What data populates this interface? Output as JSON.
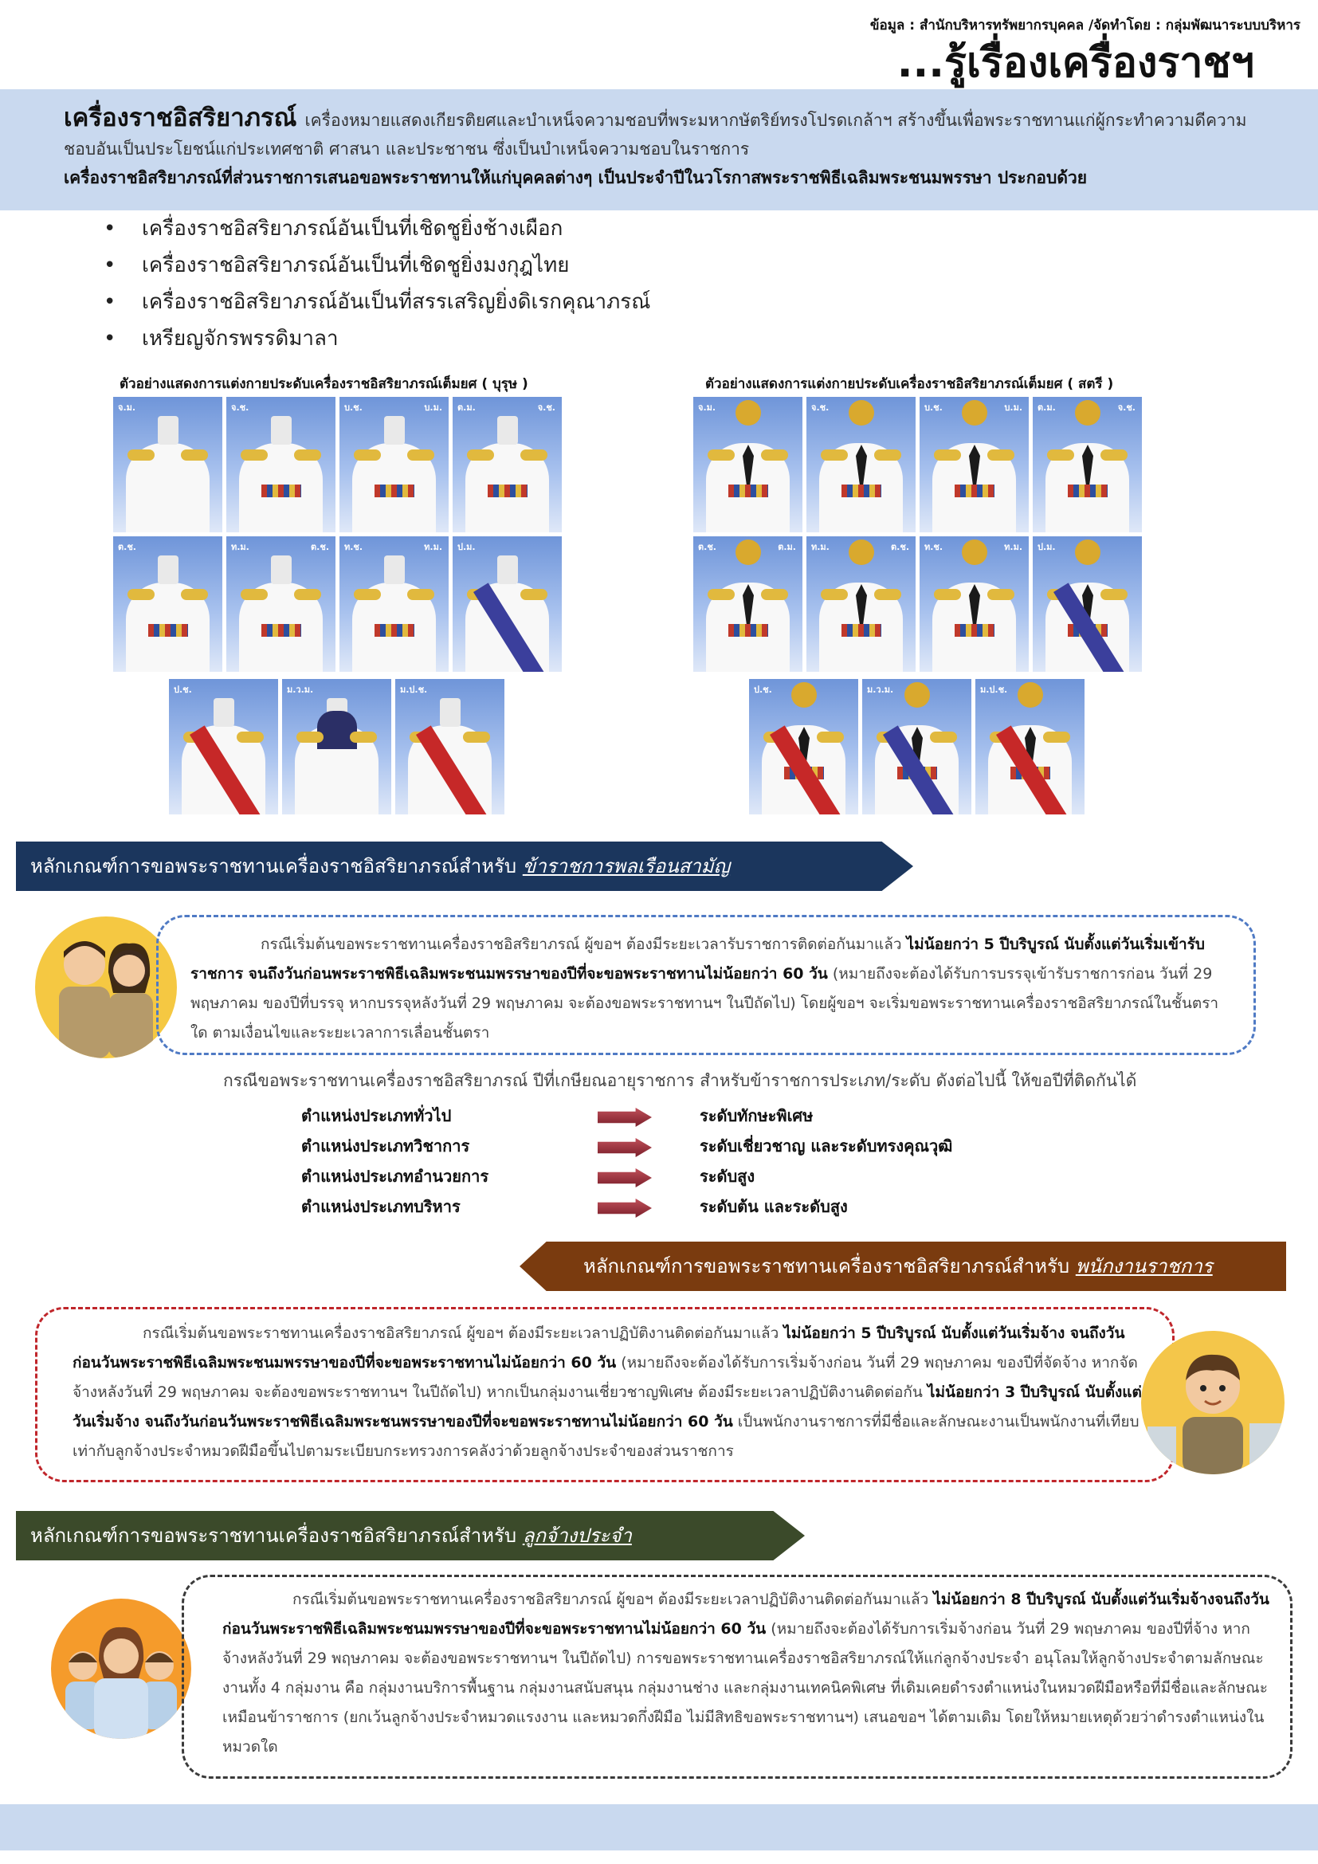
{
  "page_title": "...รู้เรื่องเครื่องราชฯ",
  "intro": {
    "lead": "เครื่องราชอิสริยาภรณ์",
    "text": "เครื่องหมายแสดงเกียรติยศและบำเหน็จความชอบที่พระมหากษัตริย์ทรงโปรดเกล้าฯ สร้างขึ้นเพื่อพระราชทานแก่ผู้กระทำความดีความชอบอันเป็นประโยชน์แก่ประเทศชาติ ศาสนา และประชาชน ซึ่งเป็นบำเหน็จความชอบในราชการ",
    "para2": "เครื่องราชอิสริยาภรณ์ที่ส่วนราชการเสนอขอพระราชทานให้แก่บุคคลต่างๆ เป็นประจำปีในวโรกาสพระราชพิธีเฉลิมพระชนมพรรษา ประกอบด้วย"
  },
  "bullets": [
    "เครื่องราชอิสริยาภรณ์อันเป็นที่เชิดชูยิ่งช้างเผือก",
    "เครื่องราชอิสริยาภรณ์อันเป็นที่เชิดชูยิ่งมงกุฎไทย",
    "เครื่องราชอิสริยาภรณ์อันเป็นที่สรรเสริญยิ่งดิเรกคุณาภรณ์",
    "เหรียญจักรพรรดิมาลา"
  ],
  "gallery_male": {
    "caption": "ตัวอย่างแสดงการแต่งกายประดับเครื่องราชอิสริยาภรณ์เต็มยศ ( บุรุษ )",
    "tiles": [
      {
        "tag": "จ.ม.",
        "style": "plain"
      },
      {
        "tag": "จ.ช.",
        "style": "medal"
      },
      {
        "tag": "บ.ช.",
        "tag2": "บ.ม.",
        "style": "medal"
      },
      {
        "tag": "ต.ม.",
        "tag2": "จ.ช.",
        "style": "medal"
      },
      {
        "tag": "ต.ช.",
        "style": "medal"
      },
      {
        "tag": "ท.ม.",
        "tag2": "ต.ช.",
        "style": "medal"
      },
      {
        "tag": "ท.ช.",
        "tag2": "ท.ม.",
        "style": "medal"
      },
      {
        "tag": "ป.ม.",
        "style": "sash-blue"
      },
      {
        "tag": "ป.ช.",
        "style": "sash-red"
      },
      {
        "tag": "ม.ว.ม.",
        "style": "dark"
      },
      {
        "tag": "ม.ป.ช.",
        "style": "sash-red"
      }
    ]
  },
  "gallery_female": {
    "caption": "ตัวอย่างแสดงการแต่งกายประดับเครื่องราชอิสริยาภรณ์เต็มยศ ( สตรี )",
    "tiles": [
      {
        "tag": "จ.ม.",
        "style": "female"
      },
      {
        "tag": "จ.ช.",
        "style": "female"
      },
      {
        "tag": "บ.ช.",
        "tag2": "บ.ม.",
        "style": "female"
      },
      {
        "tag": "ต.ม.",
        "tag2": "จ.ช.",
        "style": "female"
      },
      {
        "tag": "ต.ช.",
        "tag2": "ต.ม.",
        "style": "female"
      },
      {
        "tag": "ท.ม.",
        "tag2": "ต.ช.",
        "style": "female"
      },
      {
        "tag": "ท.ช.",
        "tag2": "ท.ม.",
        "style": "female"
      },
      {
        "tag": "ป.ม.",
        "style": "female-sash-blue"
      },
      {
        "tag": "ป.ช.",
        "style": "female-sash-red"
      },
      {
        "tag": "ม.ว.ม.",
        "style": "female-sash-blue"
      },
      {
        "tag": "ม.ป.ช.",
        "style": "female-sash-red"
      }
    ]
  },
  "section_civil": {
    "title": "หลักเกณฑ์การขอพระราชทานเครื่องราชอิสริยาภรณ์สำหรับ",
    "title_emph": "ข้าราชการพลเรือนสามัญ",
    "p_a": "กรณีเริ่มต้นขอพระราชทานเครื่องราชอิสริยาภรณ์ ผู้ขอฯ ต้องมีระยะเวลารับราชการติดต่อกันมาแล้ว",
    "p_b": "ไม่น้อยกว่า 5 ปีบริบูรณ์ นับตั้งแต่วันเริ่มเข้ารับราชการ จนถึงวันก่อนพระราชพิธีเฉลิมพระชนมพรรษาของปีที่จะขอพระราชทานไม่น้อยกว่า 60 วัน",
    "p_c": "(หมายถึงจะต้องได้รับการบรรจุเข้ารับราชการก่อน วันที่ 29 พฤษภาคม ของปีที่บรรจุ หากบรรจุหลังวันที่ 29 พฤษภาคม จะต้องขอพระราชทานฯ ในปีถัดไป) โดยผู้ขอฯ จะเริ่มขอพระราชทานเครื่องราชอิสริยาภรณ์ในชั้นตราใด ตามเงื่อนไขและระยะเวลาการเลื่อนชั้นตรา",
    "note": "กรณีขอพระราชทานเครื่องราชอิสริยาภรณ์ ปีที่เกษียณอายุราชการ สำหรับข้าราชการประเภท/ระดับ ดังต่อไปนี้ ให้ขอปีที่ติดกันได้",
    "ladder": [
      {
        "from": "ตำแหน่งประเภททั่วไป",
        "to": "ระดับทักษะพิเศษ"
      },
      {
        "from": "ตำแหน่งประเภทวิชาการ",
        "to": "ระดับเชี่ยวชาญ และระดับทรงคุณวุฒิ"
      },
      {
        "from": "ตำแหน่งประเภทอำนวยการ",
        "to": "ระดับสูง"
      },
      {
        "from": "ตำแหน่งประเภทบริหาร",
        "to": "ระดับต้น และระดับสูง"
      }
    ]
  },
  "section_gov_employee": {
    "title": "หลักเกณฑ์การขอพระราชทานเครื่องราชอิสริยาภรณ์สำหรับ",
    "title_emph": "พนักงานราชการ",
    "p_a": "กรณีเริ่มต้นขอพระราชทานเครื่องราชอิสริยาภรณ์ ผู้ขอฯ ต้องมีระยะเวลาปฏิบัติงานติดต่อกันมาแล้ว",
    "p_b": "ไม่น้อยกว่า 5 ปีบริบูรณ์ นับตั้งแต่วันเริ่มจ้าง จนถึงวันก่อนวันพระราชพิธีเฉลิมพระชนมพรรษาของปีที่จะขอพระราชทานไม่น้อยกว่า 60 วัน",
    "p_c": "(หมายถึงจะต้องได้รับการเริ่มจ้างก่อน วันที่ 29 พฤษภาคม ของปีที่จัดจ้าง หากจัดจ้างหลังวันที่ 29 พฤษภาคม จะต้องขอพระราชทานฯ ในปีถัดไป) หากเป็นกลุ่มงานเชี่ยวชาญพิเศษ ต้องมีระยะเวลาปฏิบัติงานติดต่อกัน",
    "p_d": "ไม่น้อยกว่า 3 ปีบริบูรณ์ นับตั้งแต่วันเริ่มจ้าง จนถึงวันก่อนวันพระราชพิธีเฉลิมพระชนพรรษาของปีที่จะขอพระราชทานไม่น้อยกว่า 60 วัน",
    "p_e": "เป็นพนักงานราชการที่มีชื่อและลักษณะงานเป็นพนักงานที่เทียบเท่ากับลูกจ้างประจำหมวดฝีมือขึ้นไปตามระเบียบกระทรวงการคลังว่าด้วยลูกจ้างประจำของส่วนราชการ"
  },
  "section_permanent": {
    "title": "หลักเกณฑ์การขอพระราชทานเครื่องราชอิสริยาภรณ์สำหรับ",
    "title_emph": "ลูกจ้างประจำ",
    "p_a": "กรณีเริ่มต้นขอพระราชทานเครื่องราชอิสริยาภรณ์ ผู้ขอฯ ต้องมีระยะเวลาปฏิบัติงานติดต่อกันมาแล้ว",
    "p_b": "ไม่น้อยกว่า 8 ปีบริบูรณ์ นับตั้งแต่วันเริ่มจ้างจนถึงวันก่อนวันพระราชพิธีเฉลิมพระชนมพรรษาของปีที่จะขอพระราชทานไม่น้อยกว่า 60 วัน",
    "p_c": "(หมายถึงจะต้องได้รับการเริ่มจ้างก่อน วันที่ 29 พฤษภาคม ของปีที่จ้าง หากจ้างหลังวันที่ 29 พฤษภาคม จะต้องขอพระราชทานฯ ในปีถัดไป) การขอพระราชทานเครื่องราชอิสริยาภรณ์ให้แก่ลูกจ้างประจำ อนุโลมให้ลูกจ้างประจำตามลักษณะงานทั้ง 4 กลุ่มงาน คือ กลุ่มงานบริการพื้นฐาน กลุ่มงานสนับสนุน กลุ่มงานช่าง และกลุ่มงานเทคนิคพิเศษ ที่เดิมเคยดำรงตำแหน่งในหมวดฝีมือหรือที่มีชื่อและลักษณะเหมือนข้าราชการ (ยกเว้นลูกจ้างประจำหมวดแรงงาน และหมวดกึ่งฝีมือ ไม่มีสิทธิขอพระราชทานฯ) เสนอขอฯ ได้ตามเดิม โดยให้หมายเหตุด้วยว่าดำรงตำแหน่งในหมวดใด"
  },
  "footer": "ข้อมูล : สำนักบริหารทรัพยากรบุคคล /จัดทำโดย : กลุ่มพัฒนาระบบบริหาร",
  "colors": {
    "band": "#c9d9ef",
    "civil_header": "#1b365d",
    "gov_header": "#7a3b0f",
    "perm_header": "#3b4a2a",
    "box_blue": "#4f7ac4",
    "box_red": "#c0262b"
  }
}
